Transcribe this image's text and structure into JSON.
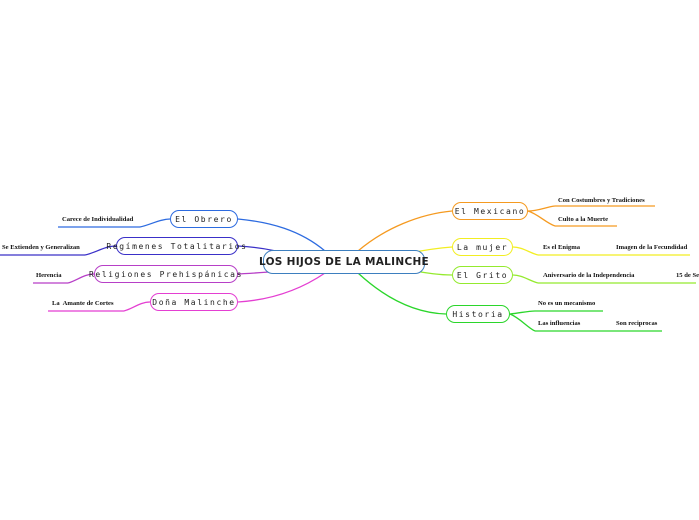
{
  "center": {
    "label": "LOS HIJOS DE LA MALINCHE",
    "color": "#3d7fbf"
  },
  "left_branches": [
    {
      "label": "El Obrero",
      "color": "#2d6be0",
      "children": [
        "Carece de Individualidad"
      ]
    },
    {
      "label": "Regímenes Totalitarios",
      "color": "#3a30c8",
      "children": [
        "Se Extienden y Generalizan"
      ]
    },
    {
      "label": "Religiones Prehispánicas",
      "color": "#b73fc7",
      "children": [
        "Herencia"
      ]
    },
    {
      "label": "Doña Malinche",
      "color": "#e43fd2",
      "children": [
        "La  Amante de Cortes"
      ]
    }
  ],
  "right_branches": [
    {
      "label": "El Mexicano",
      "color": "#f59a20",
      "children": [
        "Con Costumbres y Tradiciones",
        "Culto a la Muerte"
      ]
    },
    {
      "label": "La mujer",
      "color": "#f2ee22",
      "children": [
        "Es el Enigma",
        "Imagen de la Fecundidad"
      ]
    },
    {
      "label": "El Grito",
      "color": "#94ea2e",
      "children": [
        "Aniversario de la Independencia",
        "15 de Se"
      ]
    },
    {
      "label": "Historia",
      "color": "#2bd62b",
      "children": [
        "No es un mecanismo",
        "Las influencias",
        "Son reciprocas"
      ]
    }
  ]
}
